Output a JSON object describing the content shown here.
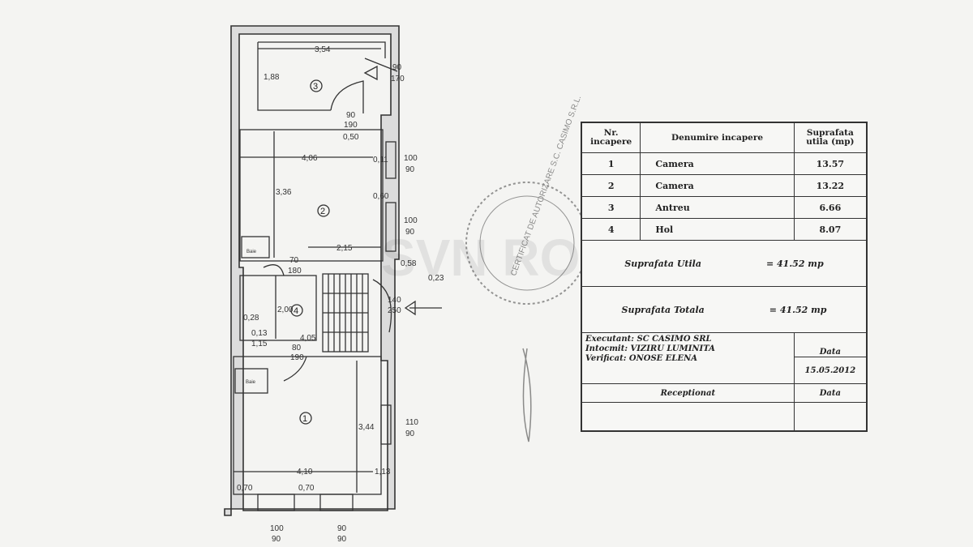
{
  "floor_plan": {
    "rooms": [
      {
        "number": "1",
        "label": "1"
      },
      {
        "number": "2",
        "label": "2"
      },
      {
        "number": "3",
        "label": "3"
      },
      {
        "number": "4",
        "label": "4"
      }
    ],
    "dimensions": {
      "d354": "3,54",
      "d188": "1,88",
      "door_90_170": [
        "90",
        "170"
      ],
      "door_90_190a": [
        "90",
        "190"
      ],
      "d050": "0,50",
      "d406": "4,06",
      "d011": "0,11",
      "win_100_90a": [
        "100",
        "90"
      ],
      "d336": "3,36",
      "d060": "0,60",
      "win_100_90b": [
        "100",
        "90"
      ],
      "d215": "2,15",
      "door_70_180": [
        "70",
        "180"
      ],
      "d058": "0,58",
      "d023": "0,23",
      "door_140_250": [
        "140",
        "250"
      ],
      "d200": "2,00",
      "d028": "0,28",
      "d013": "0,13",
      "d115a": "1,15",
      "d405": "4,05",
      "door_80_190": [
        "80",
        "190"
      ],
      "d344": "3,44",
      "win_110_90": [
        "110",
        "90"
      ],
      "d410": "4,10",
      "d113": "1,13",
      "d070a": "0,70",
      "d070b": "0,70",
      "win_100_90c": [
        "100",
        "90"
      ],
      "win_90_90": [
        "90",
        "90"
      ],
      "baie_upper": "Baie",
      "baie_lower": "Baie"
    }
  },
  "legend_table": {
    "headers": [
      "Nr. incapere",
      "Denumire incapere",
      "Suprafata utila (mp)"
    ],
    "rows": [
      {
        "nr": "1",
        "name": "Camera",
        "area": "13.57"
      },
      {
        "nr": "2",
        "name": "Camera",
        "area": "13.22"
      },
      {
        "nr": "3",
        "name": "Antreu",
        "area": "6.66"
      },
      {
        "nr": "4",
        "name": "Hol",
        "area": "8.07"
      }
    ],
    "suprafata_utila_label": "Suprafata Utila",
    "suprafata_utila_value": "= 41.52 mp",
    "suprafata_totala_label": "Suprafata Totala",
    "suprafata_totala_value": "= 41.52 mp",
    "executant": "Executant: SC CASIMO SRL",
    "intocmit": "Intocmit: VIZIRU LUMINITA",
    "verificat": "Verificat: ONOSE ELENA",
    "data_label": "Data",
    "data_value": "15.05.2012",
    "receptionat_label": "Receptionat",
    "data_label_2": "Data"
  },
  "stamp": {
    "text": "CERTIFICAT DE AUTORIZARE S.C. CASIMO S.R.L."
  },
  "watermark": {
    "text": "SVN ROMANIA"
  }
}
